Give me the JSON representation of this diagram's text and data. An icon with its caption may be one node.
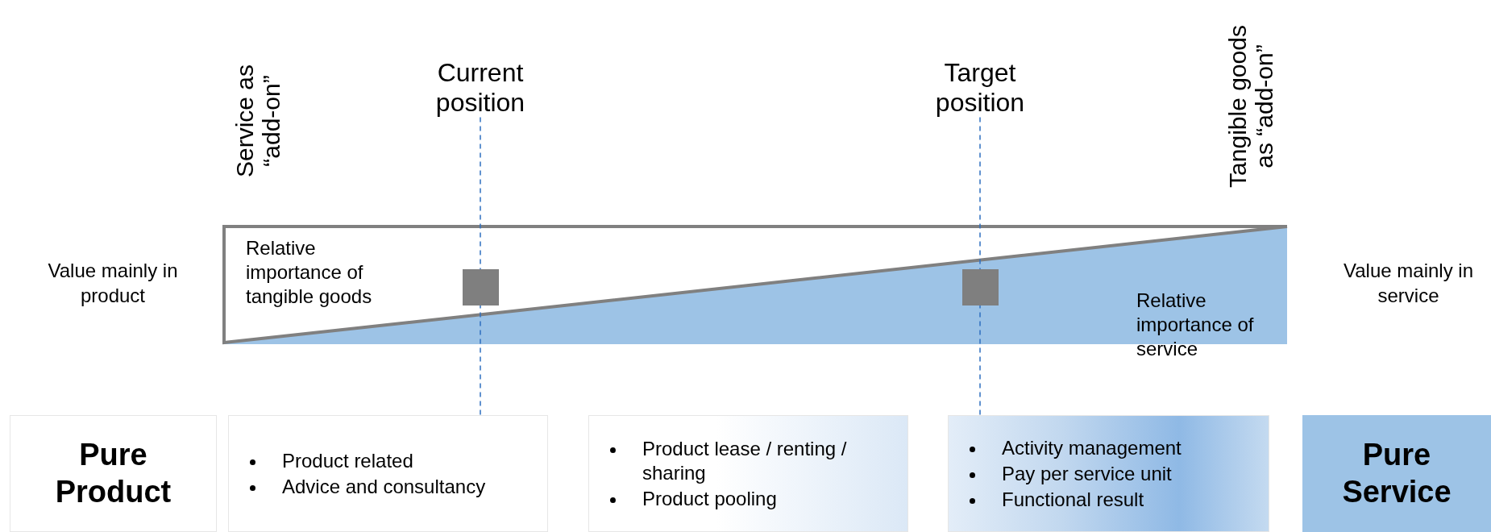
{
  "diagram": {
    "nodes": [
      {
        "text": [
          "Current position"
        ]
      },
      {
        "text": [
          "Target position"
        ]
      },
      {
        "text": [
          "Pure Product"
        ]
      },
      {
        "text": [
          "Product related",
          "Advice and consultancy"
        ]
      },
      {
        "text": [
          "Product lease / renting / sharing",
          "Product pooling"
        ]
      },
      {
        "text": [
          "Activity management",
          "Pay per service unit",
          "Functional result"
        ]
      },
      {
        "text": [
          "Pure Service"
        ]
      }
    ],
    "edges": [
      {
        "from": 0,
        "to": 3,
        "arrow": "none",
        "style": "dashed"
      },
      {
        "from": 1,
        "to": 5,
        "arrow": "none",
        "style": "dashed"
      }
    ],
    "labels": [
      "Service as “add-on”",
      "Tangible goods as “add-on”",
      "Value mainly in product",
      "Relative importance of tangible goods",
      "Relative importance of service",
      "Value mainly in service"
    ]
  }
}
